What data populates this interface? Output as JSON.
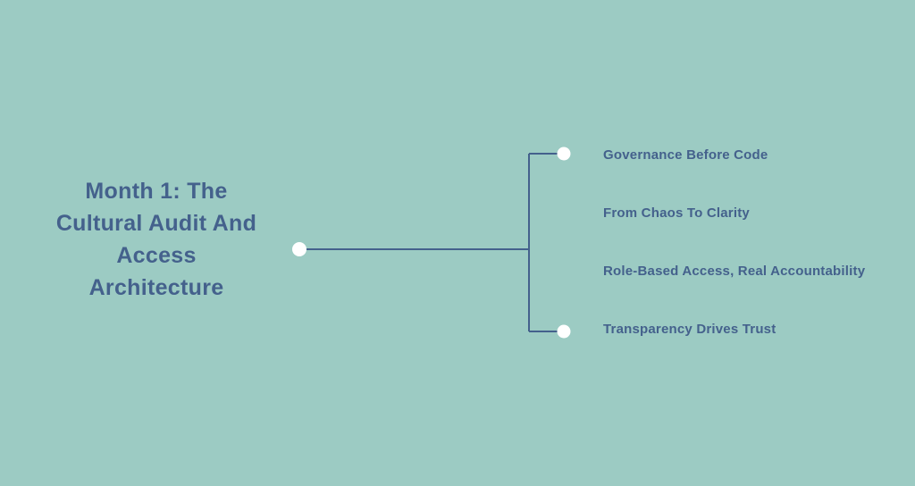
{
  "diagram": {
    "type": "mindmap",
    "root": {
      "title": "Month 1: The Cultural Audit And Access Architecture",
      "title_lines": [
        "Month 1: The",
        "Cultural Audit And",
        "Access",
        "Architecture"
      ]
    },
    "branches": [
      {
        "label": "Governance Before Code"
      },
      {
        "label": "From Chaos To Clarity"
      },
      {
        "label": "Role-Based Access, Real Accountability"
      },
      {
        "label": "Transparency Drives Trust"
      }
    ],
    "colors": {
      "background": "#9ccbc3",
      "text": "#44618c",
      "connector_line": "#44618c",
      "node_dot_fill": "#ffffff"
    }
  }
}
